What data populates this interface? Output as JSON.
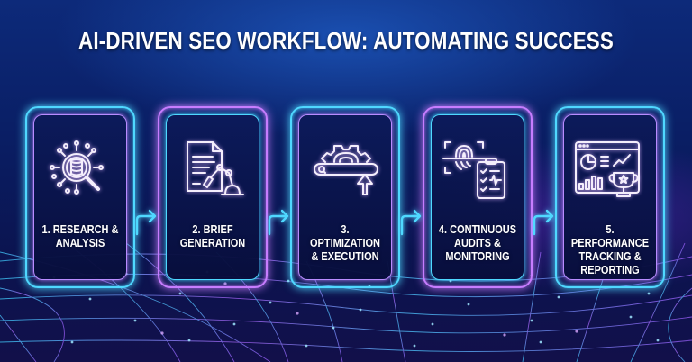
{
  "title": "AI-DRIVEN SEO WORKFLOW: AUTOMATING SUCCESS",
  "colors": {
    "cyan": "#4fd8ff",
    "violet": "#c77dff",
    "background_top": "#0d2a7a",
    "background_bottom": "#12104a",
    "text": "#ffffff"
  },
  "steps": [
    {
      "number": "1",
      "label": "1. RESEARCH &\nANALYSIS",
      "icon": "magnifier-database-icon",
      "border": "cyan"
    },
    {
      "number": "2",
      "label": "2. BRIEF\nGENERATION",
      "icon": "document-robot-arm-icon",
      "border": "violet"
    },
    {
      "number": "3",
      "label": "3. OPTIMIZATION\n& EXECUTION",
      "icon": "gear-searchbar-arrow-up-icon",
      "border": "cyan"
    },
    {
      "number": "4",
      "label": "4. CONTINUOUS\nAUDITS &\nMONITORING",
      "icon": "fingerprint-clipboard-icon",
      "border": "violet"
    },
    {
      "number": "5",
      "label": "5. PERFORMANCE\nTRACKING &\nREPORTING",
      "icon": "dashboard-trophy-icon",
      "border": "cyan"
    }
  ],
  "connectors": [
    {
      "from": "1",
      "to": "2",
      "icon": "arrow-right-icon"
    },
    {
      "from": "2",
      "to": "3",
      "icon": "arrow-right-icon"
    },
    {
      "from": "3",
      "to": "4",
      "icon": "arrow-right-icon"
    },
    {
      "from": "4",
      "to": "5",
      "icon": "arrow-right-icon"
    }
  ]
}
